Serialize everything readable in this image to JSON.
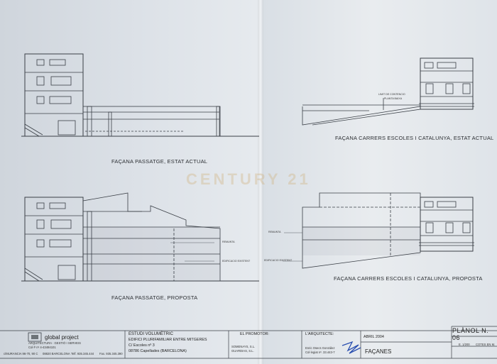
{
  "drawings": {
    "left_top": "FAÇANA PASSATGE, ESTAT ACTUAL",
    "left_bottom": "FAÇANA PASSATGE, PROPOSTA",
    "right_top": "FAÇANA CARRERS ESCOLES I CATALUNYA, ESTAT ACTUAL",
    "right_bottom": "FAÇANA CARRERS ESCOLES I CATALUNYA, PROPOSTA"
  },
  "annotations": {
    "remunta_1": "REMUNTA",
    "edificacio_1": "EDIFICACIO EXISTENT",
    "remunta_2": "REMUNTA",
    "edificacio_2": "EDIFICACIO EXISTENT",
    "limit": "LIMIT DE CONTENCIO",
    "planta": "PLANTA BAIXA"
  },
  "watermark": "CENTURY 21",
  "title_block": {
    "firm": "global project",
    "firm_sub": "ARQUITECTURA · GESTIÓ I SERVEIS",
    "firm_col": "Col·lº nº 4-43494101",
    "firm_addr": "c/MURANCIA 96-70, 90 C",
    "firm_city": "08820 BARCELONA",
    "firm_tel": "Telf. 935.345.444",
    "firm_fax": "Fax. 935.345.390",
    "project_title": "ESTUDI VOLUMÈTRIC",
    "project_line1": "EDIFICI PLURIFAMILIAR ENTRE MITGERES",
    "project_line2": "C/ Escoles nº 3",
    "project_line3": "08786 Capellades (BARCELONA)",
    "promotor_label": "EL PROMOTOR:",
    "promotor_1": "SOMENAYS, S.L.",
    "promotor_2": "GUARDIAS, S.L.",
    "arquitecte_label": "L'ARQUITECTE:",
    "arquitecte_name": "Enric Osecs González",
    "arquitecte_col": "Col·legiat nº. 33.443-7",
    "date": "ABRIL 2004",
    "plano": "PLÀNOL N. 06",
    "scale": "E. 1/200",
    "cotes": "COTES EN M.",
    "sheet_title": "FAÇANES"
  }
}
